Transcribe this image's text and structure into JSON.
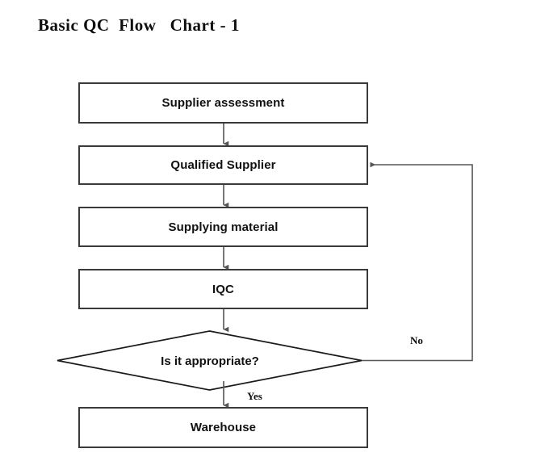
{
  "title": "Basic QC  Flow   Chart - 1",
  "colors": {
    "background": "#ffffff",
    "box_border": "#3a3a3a",
    "connector": "#555555",
    "decision_border": "#1a1a1a",
    "text": "#111111"
  },
  "flow": {
    "nodes": [
      {
        "id": "supplier-assessment",
        "label": "Supplier assessment",
        "shape": "process"
      },
      {
        "id": "qualified-supplier",
        "label": "Qualified Supplier",
        "shape": "process"
      },
      {
        "id": "supplying-material",
        "label": "Supplying material",
        "shape": "process"
      },
      {
        "id": "iqc",
        "label": "IQC",
        "shape": "process"
      },
      {
        "id": "is-it-appropriate",
        "label": "Is it appropriate?",
        "shape": "decision"
      },
      {
        "id": "warehouse",
        "label": "Warehouse",
        "shape": "process"
      }
    ],
    "edges": [
      {
        "from": "supplier-assessment",
        "to": "qualified-supplier",
        "label": ""
      },
      {
        "from": "qualified-supplier",
        "to": "supplying-material",
        "label": ""
      },
      {
        "from": "supplying-material",
        "to": "iqc",
        "label": ""
      },
      {
        "from": "iqc",
        "to": "is-it-appropriate",
        "label": ""
      },
      {
        "from": "is-it-appropriate",
        "to": "warehouse",
        "label": "Yes"
      },
      {
        "from": "is-it-appropriate",
        "to": "qualified-supplier",
        "label": "No"
      }
    ],
    "branch_yes": "Yes",
    "branch_no": "No"
  }
}
